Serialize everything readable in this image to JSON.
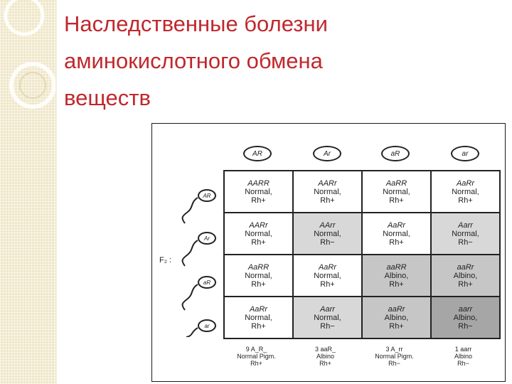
{
  "slide": {
    "title_lines": [
      "Наследственные болезни",
      "аминокислотного обмена",
      "веществ"
    ],
    "title_color": "#c0282d",
    "sidebar_color": "#efe6c8"
  },
  "punnett": {
    "generation_label": "F₂ :",
    "egg_gametes": [
      "AR",
      "Ar",
      "aR",
      "ar"
    ],
    "sperm_gametes": [
      "AR",
      "Ar",
      "aR",
      "ar"
    ],
    "rows": [
      [
        {
          "genotype": "AARR",
          "phenotype": "Normal,",
          "rh": "Rh+"
        },
        {
          "genotype": "AARr",
          "phenotype": "Normal,",
          "rh": "Rh+"
        },
        {
          "genotype": "AaRR",
          "phenotype": "Normal,",
          "rh": "Rh+"
        },
        {
          "genotype": "AaRr",
          "phenotype": "Normal,",
          "rh": "Rh+"
        }
      ],
      [
        {
          "genotype": "AARr",
          "phenotype": "Normal,",
          "rh": "Rh+"
        },
        {
          "genotype": "AArr",
          "phenotype": "Normal,",
          "rh": "Rh−"
        },
        {
          "genotype": "AaRr",
          "phenotype": "Normal,",
          "rh": "Rh+"
        },
        {
          "genotype": "Aarr",
          "phenotype": "Normal,",
          "rh": "Rh−"
        }
      ],
      [
        {
          "genotype": "AaRR",
          "phenotype": "Normal,",
          "rh": "Rh+"
        },
        {
          "genotype": "AaRr",
          "phenotype": "Normal,",
          "rh": "Rh+"
        },
        {
          "genotype": "aaRR",
          "phenotype": "Albino,",
          "rh": "Rh+"
        },
        {
          "genotype": "aaRr",
          "phenotype": "Albino,",
          "rh": "Rh+"
        }
      ],
      [
        {
          "genotype": "AaRr",
          "phenotype": "Normal,",
          "rh": "Rh+"
        },
        {
          "genotype": "Aarr",
          "phenotype": "Normal,",
          "rh": "Rh−"
        },
        {
          "genotype": "aaRr",
          "phenotype": "Albino,",
          "rh": "Rh+"
        },
        {
          "genotype": "aarr",
          "phenotype": "Albino,",
          "rh": "Rh−"
        }
      ]
    ],
    "summary": [
      [
        "9 A_R_",
        "Normal Pigm.",
        "Rh+"
      ],
      [
        "3 aaR_",
        "Albino",
        "Rh+"
      ],
      [
        "3 A_rr",
        "Normal Pigm.",
        "Rh−"
      ],
      [
        "1 aarr",
        "Albino",
        "Rh−"
      ]
    ]
  }
}
